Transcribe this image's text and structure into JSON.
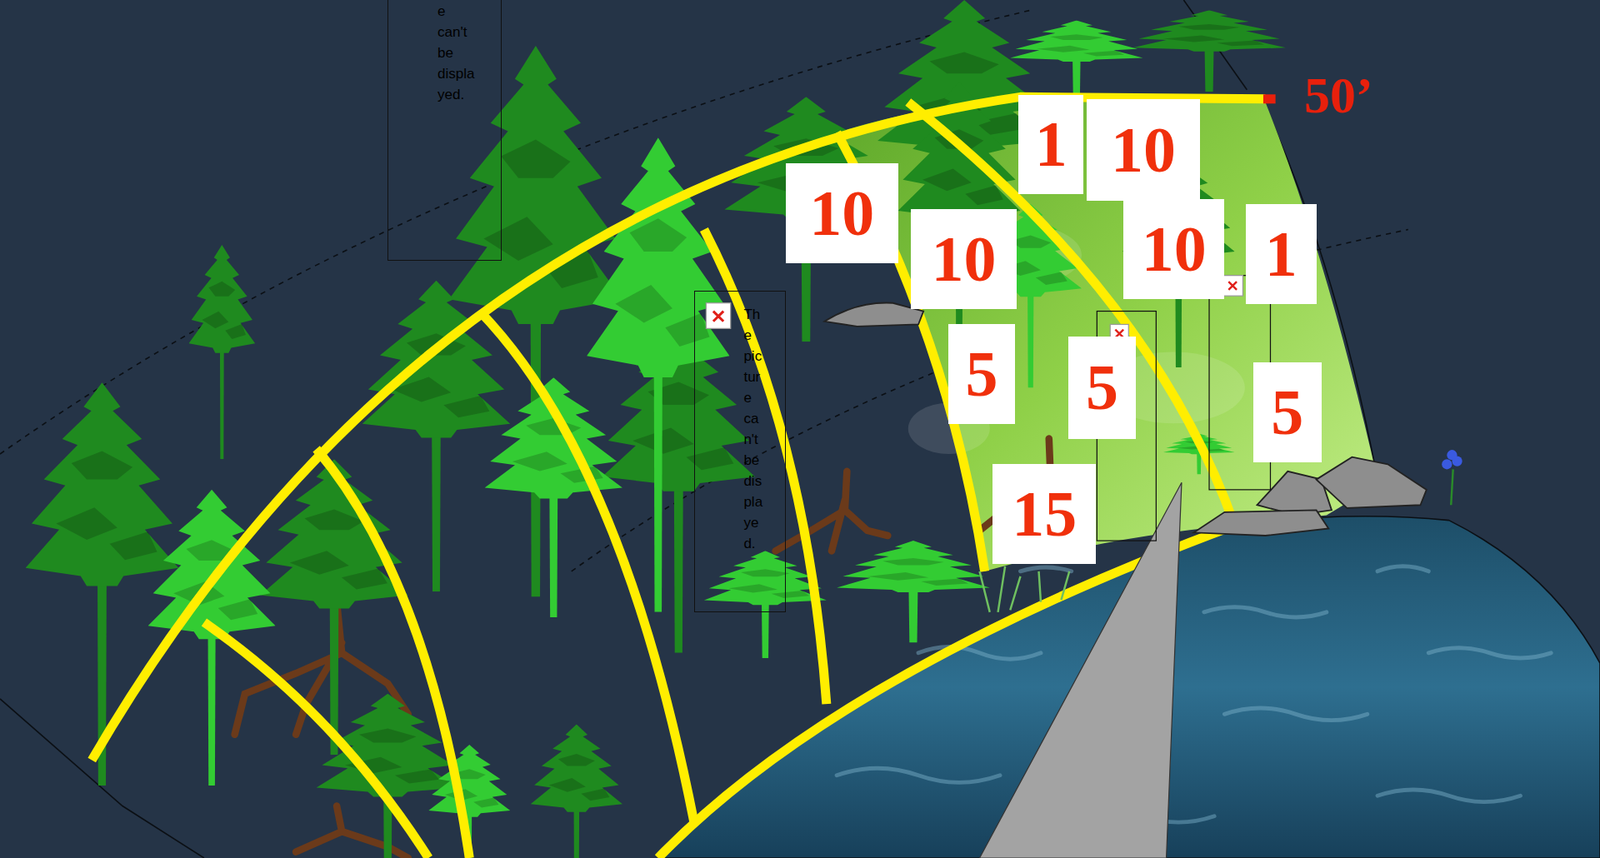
{
  "diagram": {
    "nodes": [
      {
        "text": [
          "e can't be displa yed."
        ]
      },
      {
        "text": [
          "1"
        ]
      },
      {
        "text": [
          "10"
        ]
      },
      {
        "text": [
          "10"
        ]
      },
      {
        "text": [
          "10"
        ]
      },
      {
        "text": [
          "1"
        ]
      },
      {
        "text": [
          "10"
        ]
      },
      {
        "text": [
          "Th e pic tur e ca n't be dis pla ye d."
        ]
      },
      {
        "text": [
          "5"
        ]
      },
      {
        "text": [
          "5"
        ]
      },
      {
        "text": [
          "5"
        ]
      },
      {
        "text": [
          "15"
        ]
      }
    ],
    "labels": [
      "50’"
    ]
  }
}
